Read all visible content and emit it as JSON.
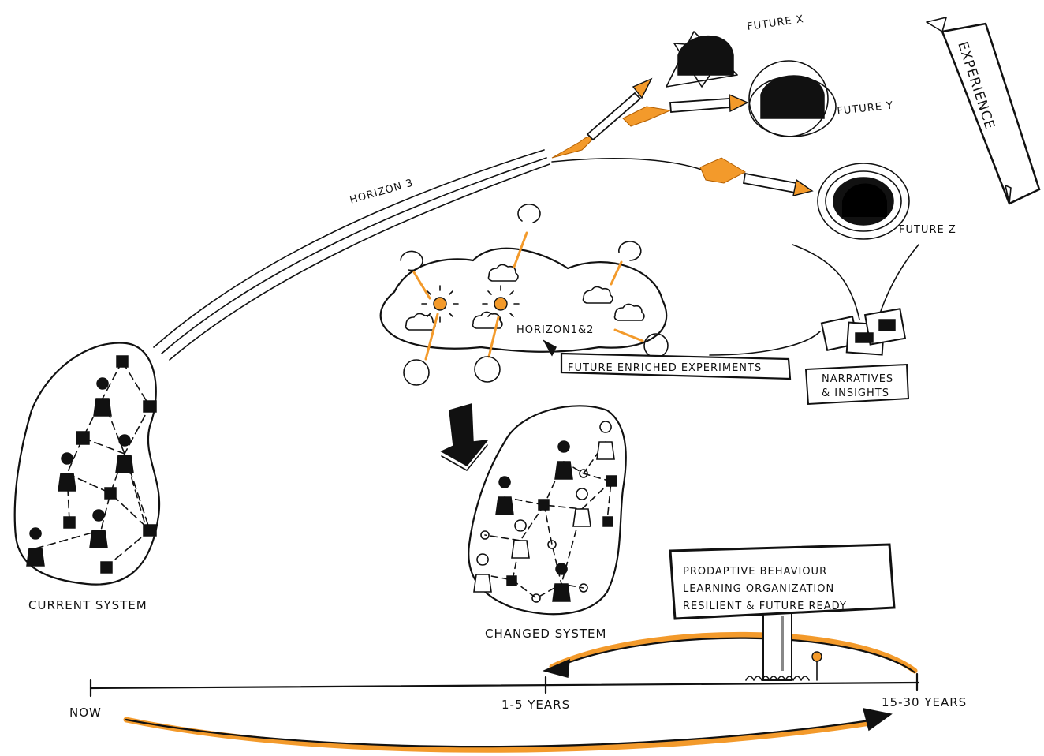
{
  "futures": {
    "x": "FUTURE X",
    "y": "FUTURE Y",
    "z": "FUTURE Z"
  },
  "banner": "EXPERIENCE",
  "horizon3": "HORIZON 3",
  "horizon12": "HORIZON1&2",
  "experiments": "FUTURE ENRICHED EXPERIMENTS",
  "narratives": {
    "line1": "NARRATIVES",
    "line2": "& INSIGHTS"
  },
  "systems": {
    "current": "CURRENT SYSTEM",
    "changed": "CHANGED SYSTEM"
  },
  "signboard": {
    "line1": "PRODAPTIVE BEHAVIOUR",
    "line2": "LEARNING ORGANIZATION",
    "line3": "RESILIENT & FUTURE READY"
  },
  "timeline": {
    "now": "NOW",
    "mid": "1-5 YEARS",
    "end": "15-30 YEARS"
  },
  "colors": {
    "ink": "#111111",
    "accent": "#f39a2b",
    "background": "#ffffff"
  }
}
